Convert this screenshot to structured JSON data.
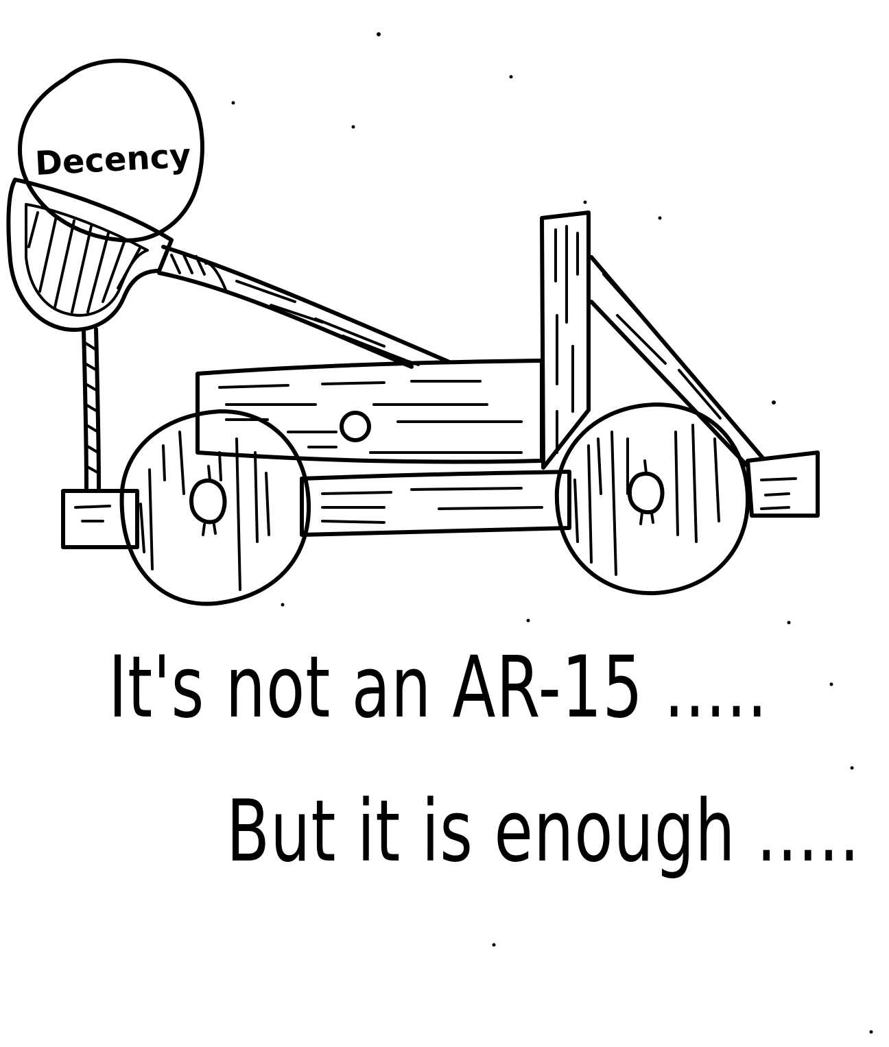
{
  "drawing": {
    "boulder_label": "Decency",
    "caption_lines": [
      "It's not an AR-15 .....",
      "But it is enough ....."
    ],
    "ink_color": "#000000",
    "paper_color": "#ffffff"
  }
}
